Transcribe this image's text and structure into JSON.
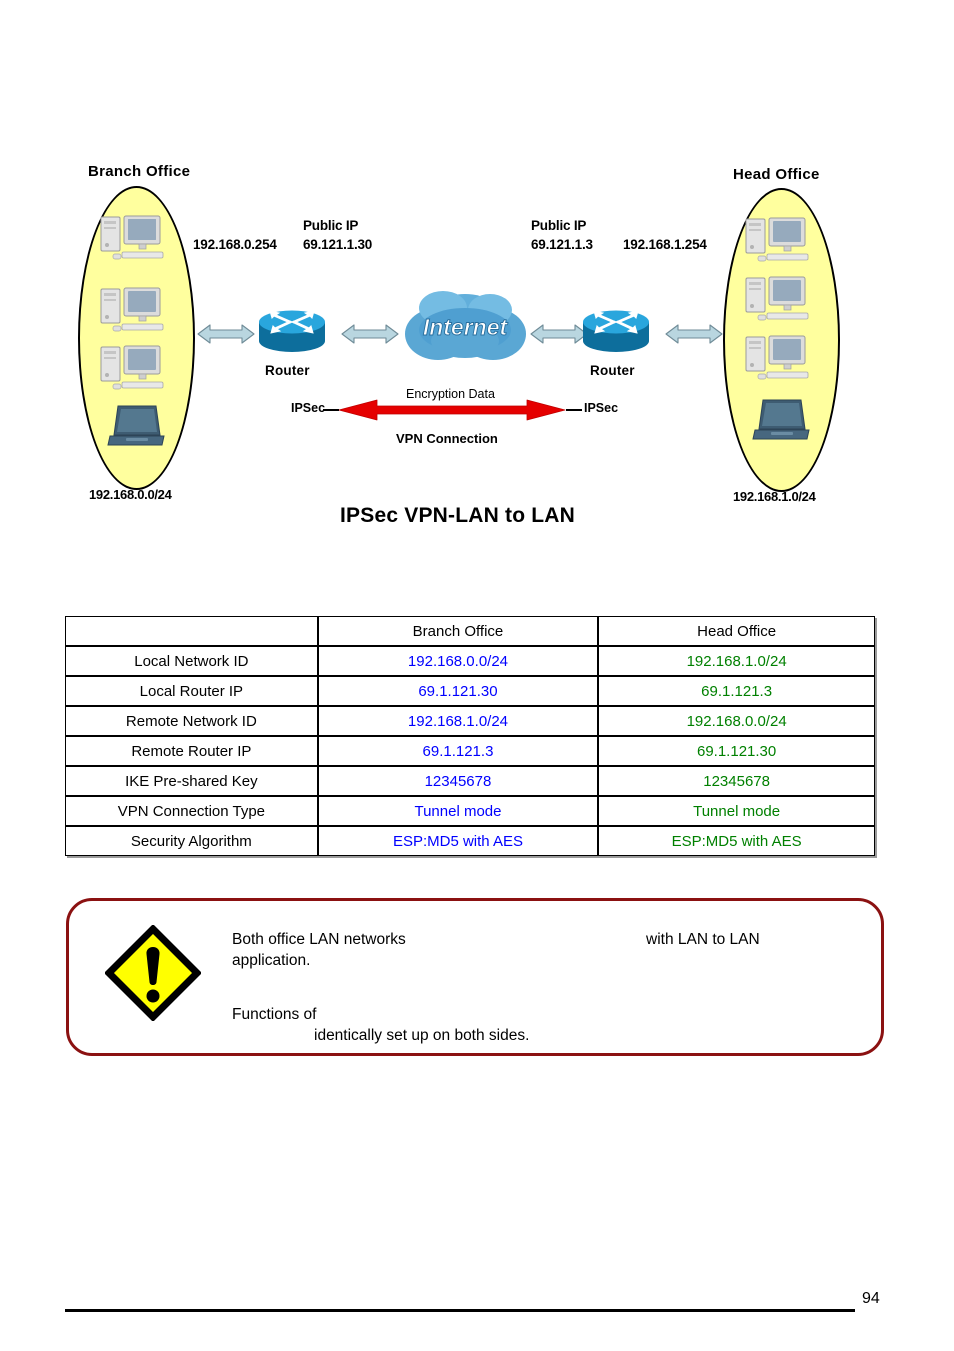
{
  "page": {
    "number": "94"
  },
  "diagram": {
    "title": "IPSec VPN-LAN to LAN",
    "branch": {
      "office_title": "Branch Office",
      "lan_ip": "192.168.0.254",
      "public_ip_label": "Public IP",
      "public_ip": "69.121.1.30",
      "subnet": "192.168.0.0/24",
      "router_label": "Router",
      "ipsec_label": "IPSec"
    },
    "head": {
      "office_title": "Head Office",
      "lan_ip": "192.168.1.254",
      "public_ip_label": "Public IP",
      "public_ip": "69.121.1.3",
      "subnet": "192.168.1.0/24",
      "router_label": "Router",
      "ipsec_label": "IPSec"
    },
    "cloud_label": "Internet",
    "encryption_label": "Encryption Data",
    "vpn_label": "VPN Connection",
    "colors": {
      "oval_fill": "#ffff9e",
      "router_body": "#1a93c9",
      "cloud": "#4f9fd1",
      "arrow_red": "#e50000",
      "arrow_blue": "#b9d6e0"
    }
  },
  "table": {
    "columns": [
      "",
      "Branch Office",
      "Head Office"
    ],
    "rows": [
      {
        "label": "Local Network ID",
        "branch": "192.168.0.0/24",
        "head": "192.168.1.0/24"
      },
      {
        "label": "Local Router IP",
        "branch": "69.1.121.30",
        "head": "69.1.121.3"
      },
      {
        "label": "Remote Network ID",
        "branch": "192.168.1.0/24",
        "head": "192.168.0.0/24"
      },
      {
        "label": "Remote Router IP",
        "branch": "69.1.121.3",
        "head": "69.1.121.30"
      },
      {
        "label": "IKE Pre-shared Key",
        "branch": "12345678",
        "head": "12345678"
      },
      {
        "label": "VPN Connection Type",
        "branch": "Tunnel mode",
        "head": "Tunnel mode"
      },
      {
        "label": "Security Algorithm",
        "branch": "ESP:MD5 with AES",
        "head": "ESP:MD5 with AES"
      }
    ],
    "colors": {
      "branch_value": "#0000FF",
      "head_value": "#008000"
    }
  },
  "note": {
    "paragraph1_left": "Both office LAN networks",
    "paragraph1_right": "with LAN to LAN",
    "paragraph1_continued": "application.",
    "paragraph2": "Functions of",
    "paragraph3": "identically set up on both sides.",
    "border_color": "#8B1111",
    "icon_color": "#ffff00"
  }
}
